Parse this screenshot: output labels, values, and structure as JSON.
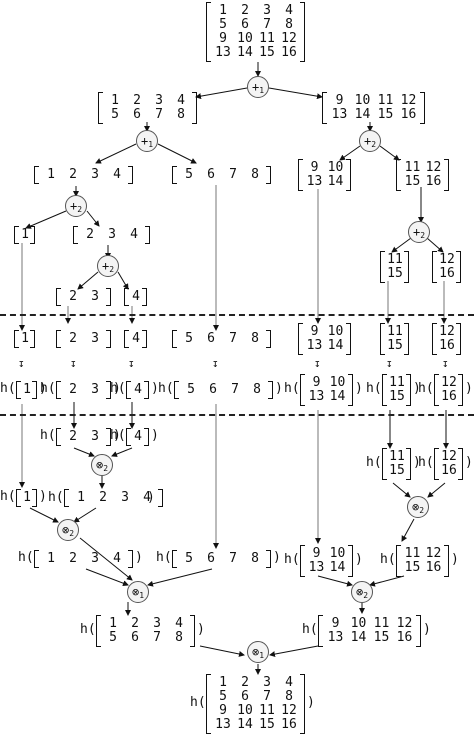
{
  "ops": {
    "split1": "+",
    "split2": "+",
    "merge1": "⊗",
    "merge2": "⊗",
    "sub1": "1",
    "sub2": "2"
  },
  "h_label": "h(",
  "h_close": ")",
  "short_arrow": "↧",
  "matrices": {
    "top": [
      [
        "1",
        "2",
        "3",
        "4"
      ],
      [
        "5",
        "6",
        "7",
        "8"
      ],
      [
        "9",
        "10",
        "11",
        "12"
      ],
      [
        "13",
        "14",
        "15",
        "16"
      ]
    ],
    "r1_left": [
      [
        "1",
        "2",
        "3",
        "4"
      ],
      [
        "5",
        "6",
        "7",
        "8"
      ]
    ],
    "r1_right": [
      [
        "9",
        "10",
        "11",
        "12"
      ],
      [
        "13",
        "14",
        "15",
        "16"
      ]
    ],
    "r2_a": [
      [
        "1",
        "2",
        "3",
        "4"
      ]
    ],
    "r2_b": [
      [
        "5",
        "6",
        "7",
        "8"
      ]
    ],
    "r2_c": [
      [
        "9",
        "10"
      ],
      [
        "13",
        "14"
      ]
    ],
    "r2_d": [
      [
        "11",
        "12"
      ],
      [
        "15",
        "16"
      ]
    ],
    "r3_a": [
      [
        "1"
      ]
    ],
    "r3_b": [
      [
        "2",
        "3",
        "4"
      ]
    ],
    "r4_a": [
      [
        "2",
        "3"
      ]
    ],
    "r4_b": [
      [
        "4"
      ]
    ],
    "r4_c": [
      [
        "11"
      ],
      [
        "15"
      ]
    ],
    "r4_d": [
      [
        "12"
      ],
      [
        "16"
      ]
    ]
  }
}
